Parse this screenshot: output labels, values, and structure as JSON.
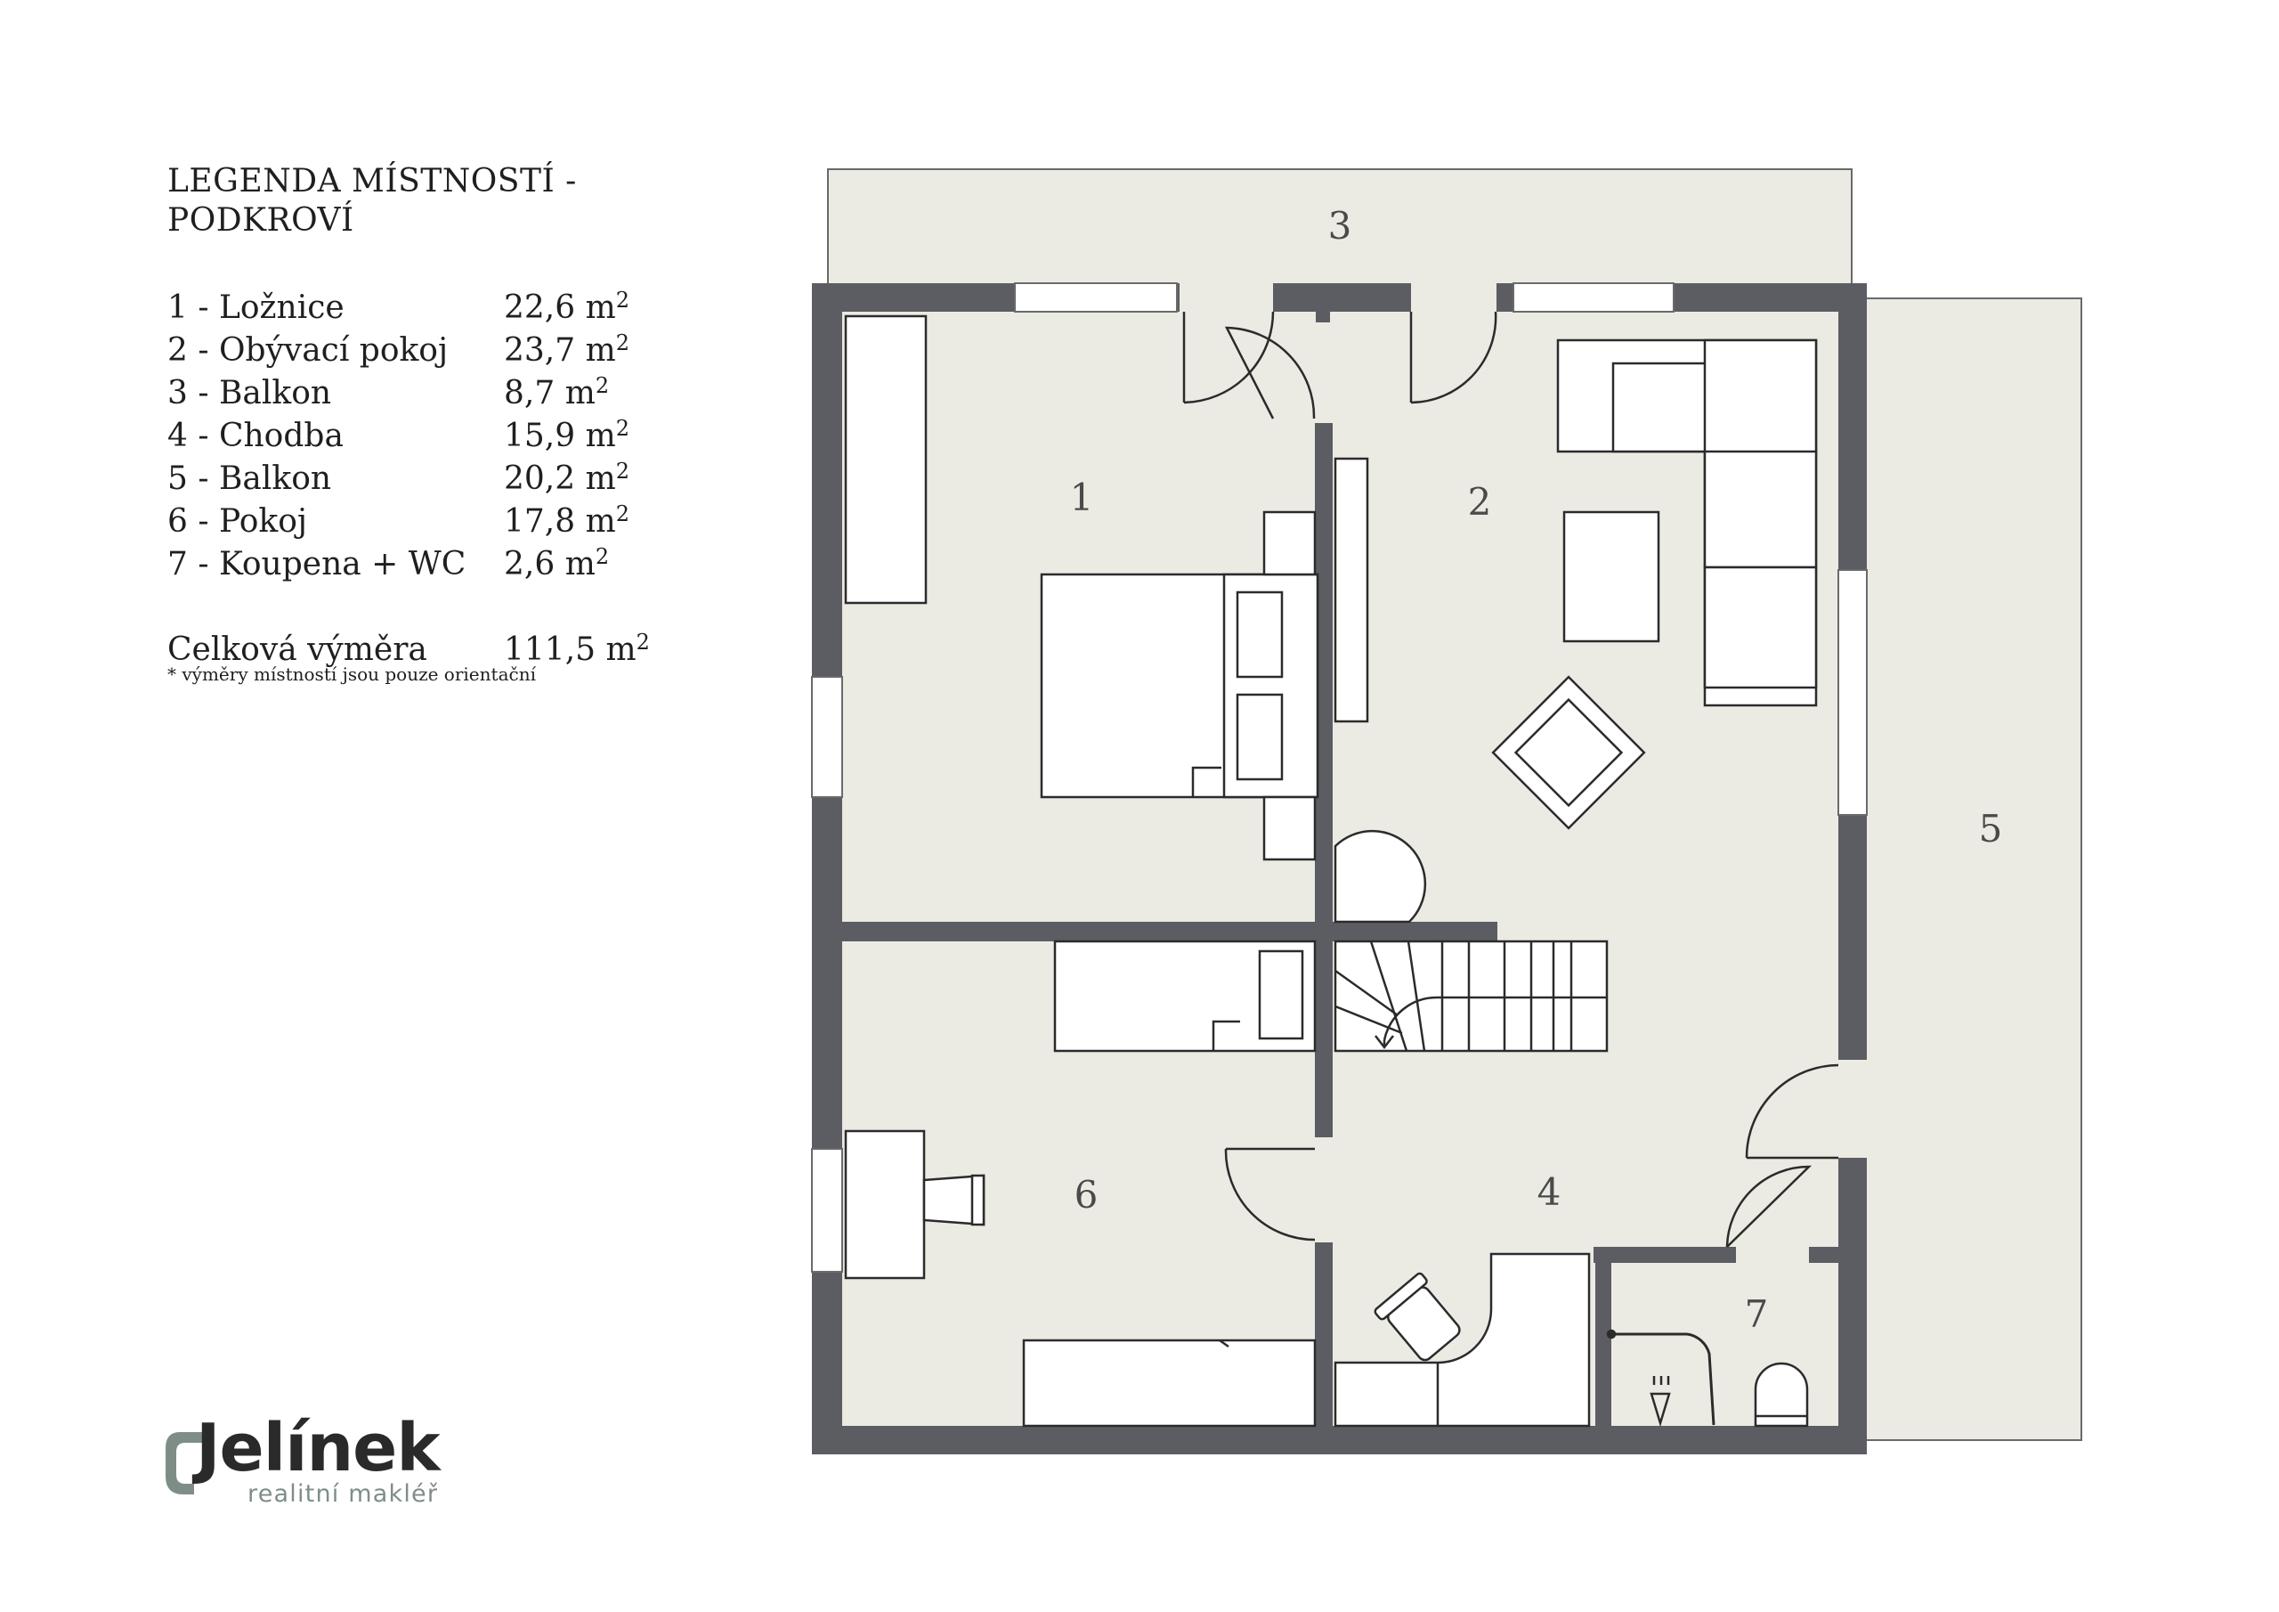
{
  "legend": {
    "title": "LEGENDA MÍSTNOSTÍ - PODKROVÍ",
    "rooms": [
      {
        "name": "1 - Ložnice",
        "area": "22,6 m",
        "unit_sup": "2"
      },
      {
        "name": "2 - Obývací pokoj",
        "area": "23,7 m",
        "unit_sup": "2"
      },
      {
        "name": "3 - Balkon",
        "area": "8,7 m",
        "unit_sup": "2"
      },
      {
        "name": "4 - Chodba",
        "area": "15,9 m",
        "unit_sup": "2"
      },
      {
        "name": "5 - Balkon",
        "area": "20,2 m",
        "unit_sup": "2"
      },
      {
        "name": "6 - Pokoj",
        "area": "17,8 m",
        "unit_sup": "2"
      },
      {
        "name": "7 - Koupena + WC",
        "area": "2,6 m",
        "unit_sup": "2"
      }
    ],
    "total_label": "Celková výměra",
    "total_area": "111,5 m",
    "total_sup": "2"
  },
  "footnote": "* výměry místností jsou pouze orientační",
  "plan": {
    "room_numbers": {
      "r1": "1",
      "r2": "2",
      "r3": "3",
      "r4": "4",
      "r5": "5",
      "r6": "6",
      "r7": "7"
    },
    "colors": {
      "wall": "#5c5d62",
      "floor": "#ebebe4",
      "line": "#2b2b2b",
      "furniture": "#ffffff"
    }
  },
  "logo": {
    "wordmark": "Jelínek",
    "tagline": "realitní makléř",
    "colors": {
      "accent": "#7e8e87",
      "text": "#2a2a2a"
    }
  }
}
